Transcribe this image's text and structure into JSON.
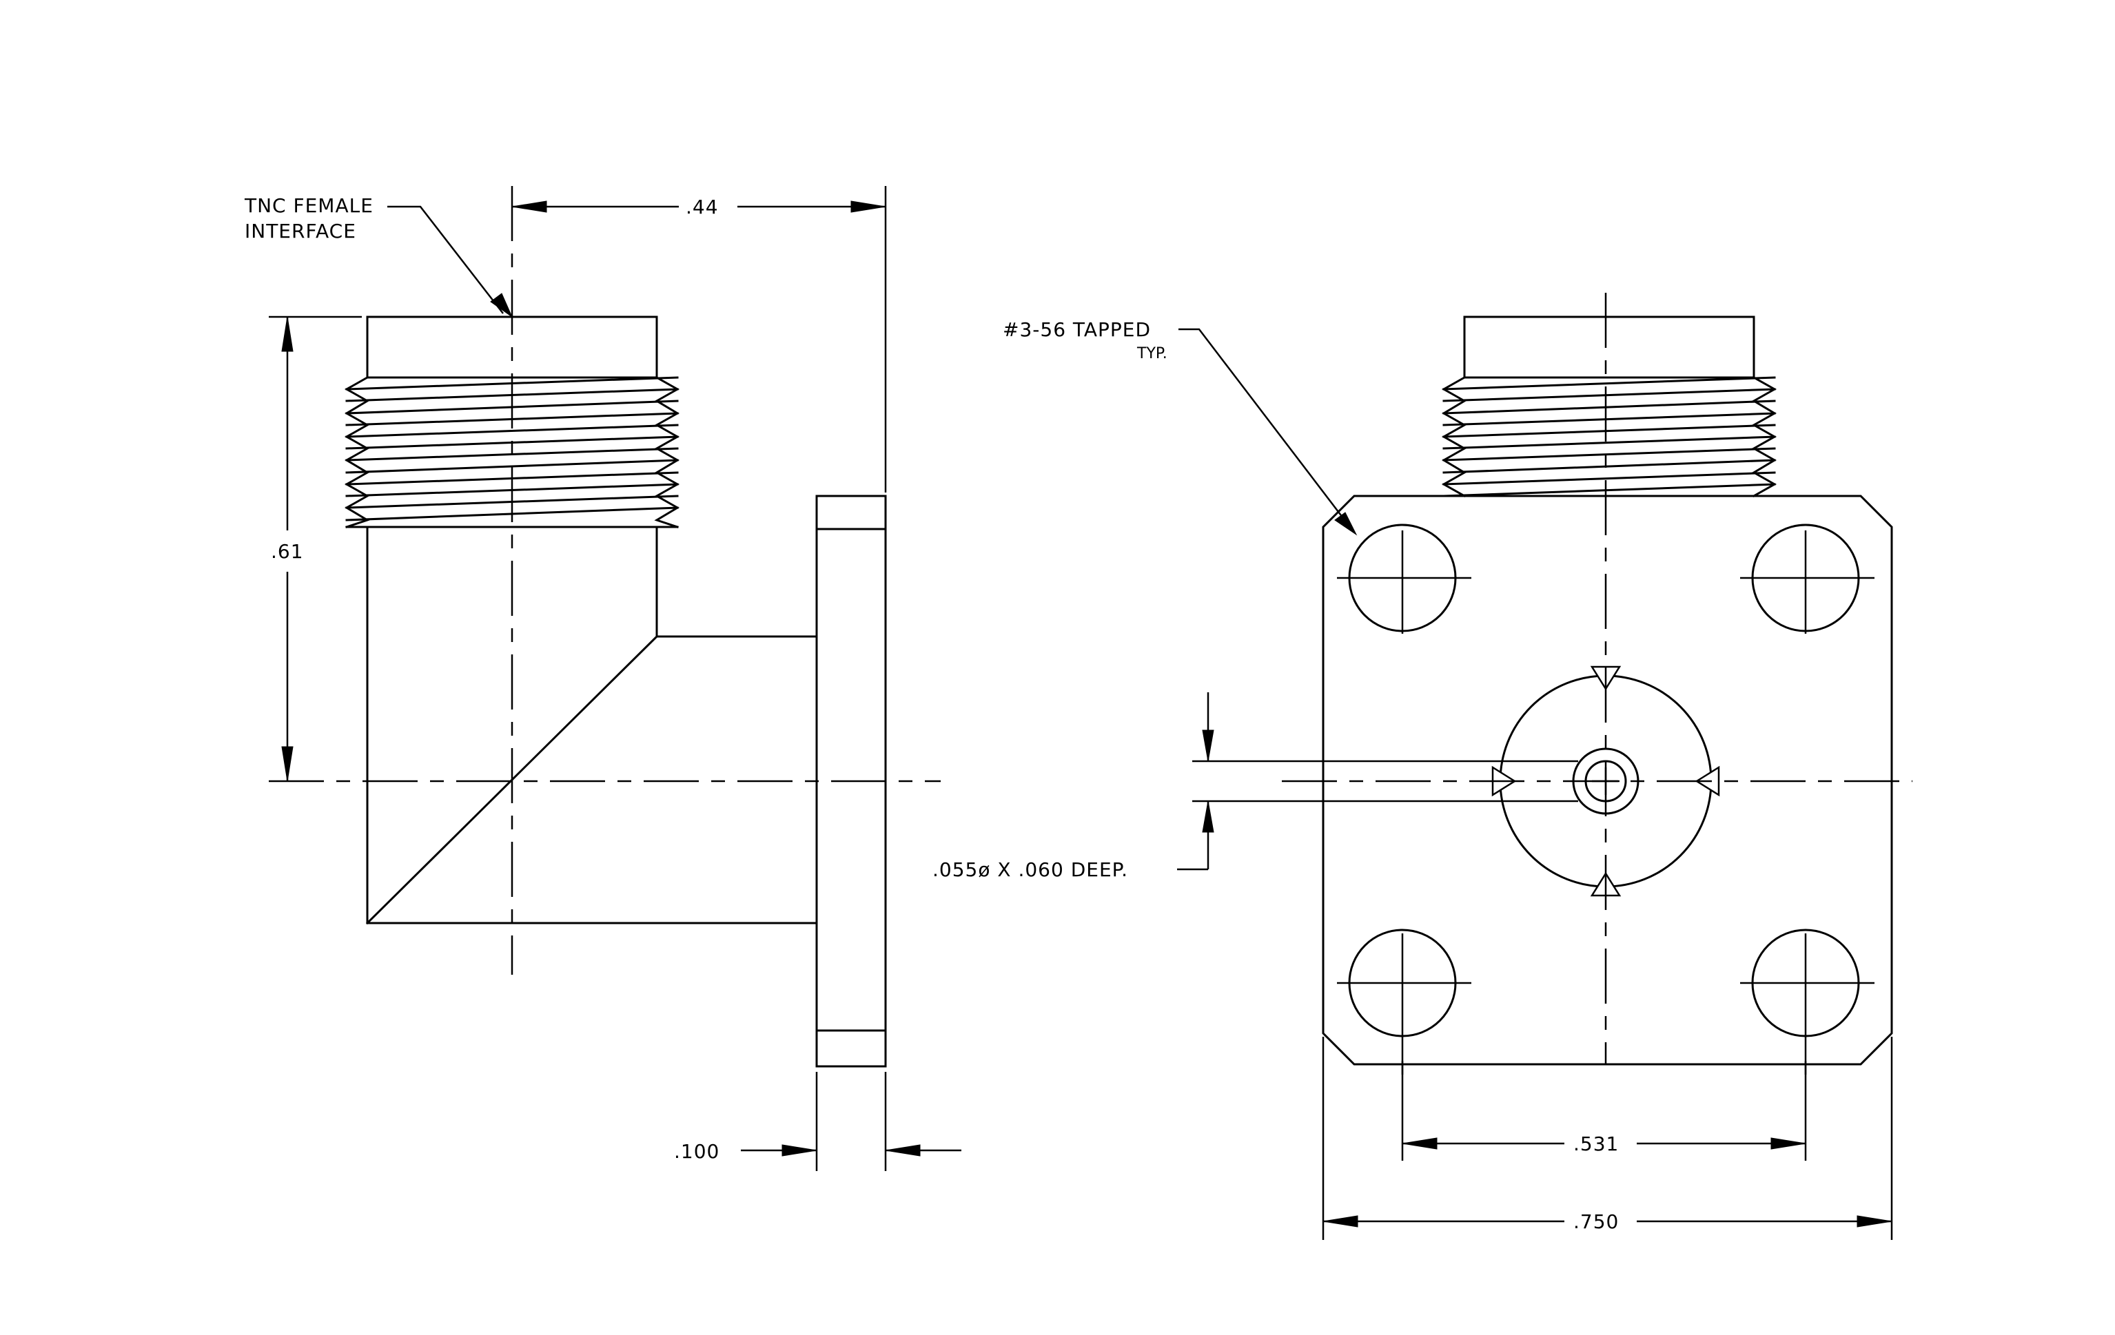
{
  "labels": {
    "interface_line1": "TNC FEMALE",
    "interface_line2": "INTERFACE",
    "tapped": "#3-56 TAPPED",
    "tapped_typ": "TYP.",
    "pin_hole": ".055ø X .060 DEEP."
  },
  "dimensions": {
    "side_width": ".44",
    "side_height": ".61",
    "flange_thickness": ".100",
    "hole_spacing": ".531",
    "flange_width": ".750"
  }
}
